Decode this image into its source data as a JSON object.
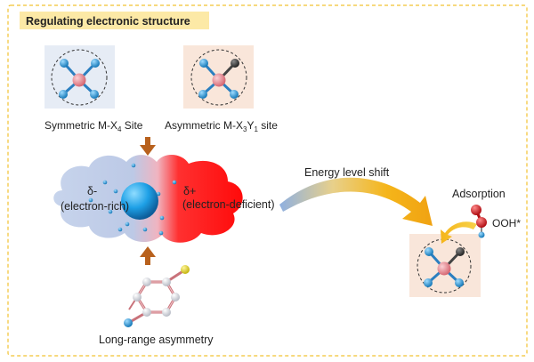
{
  "title": "Regulating electronic structure",
  "sites": {
    "symmetric": {
      "pre": "Symmetric M-X",
      "sub": "4",
      "post": " Site"
    },
    "asymmetric": {
      "pre": "Asymmetric M-X",
      "sub1": "3",
      "mid": "Y",
      "sub2": "1",
      "post": " site"
    }
  },
  "cloud": {
    "left_symbol": "δ-",
    "left_label": "(electron-rich)",
    "right_symbol": "δ+",
    "right_label": "(electron-deficient)"
  },
  "bottom_label": "Long-range asymmetry",
  "arrow_label": "Energy level shift",
  "adsorption_label": "Adsorption",
  "ooh_label": "OOH*",
  "colors": {
    "title_bg": "#fce9a6",
    "frame": "#f2c230",
    "sym_panel": "#e6ecf5",
    "asym_panel": "#f9e6da",
    "metal": "#e8848c",
    "ligand_x": "#2b8fd1",
    "ligand_y": "#3a3a3a",
    "arrow_brown": "#b8611d",
    "cloud_blue": "#b7c8e6",
    "cloud_red": "#f20f0f",
    "sphere_blue": "#1ea0e6",
    "ring_yellow": "#e6d619",
    "ooh_red": "#d9191f"
  }
}
